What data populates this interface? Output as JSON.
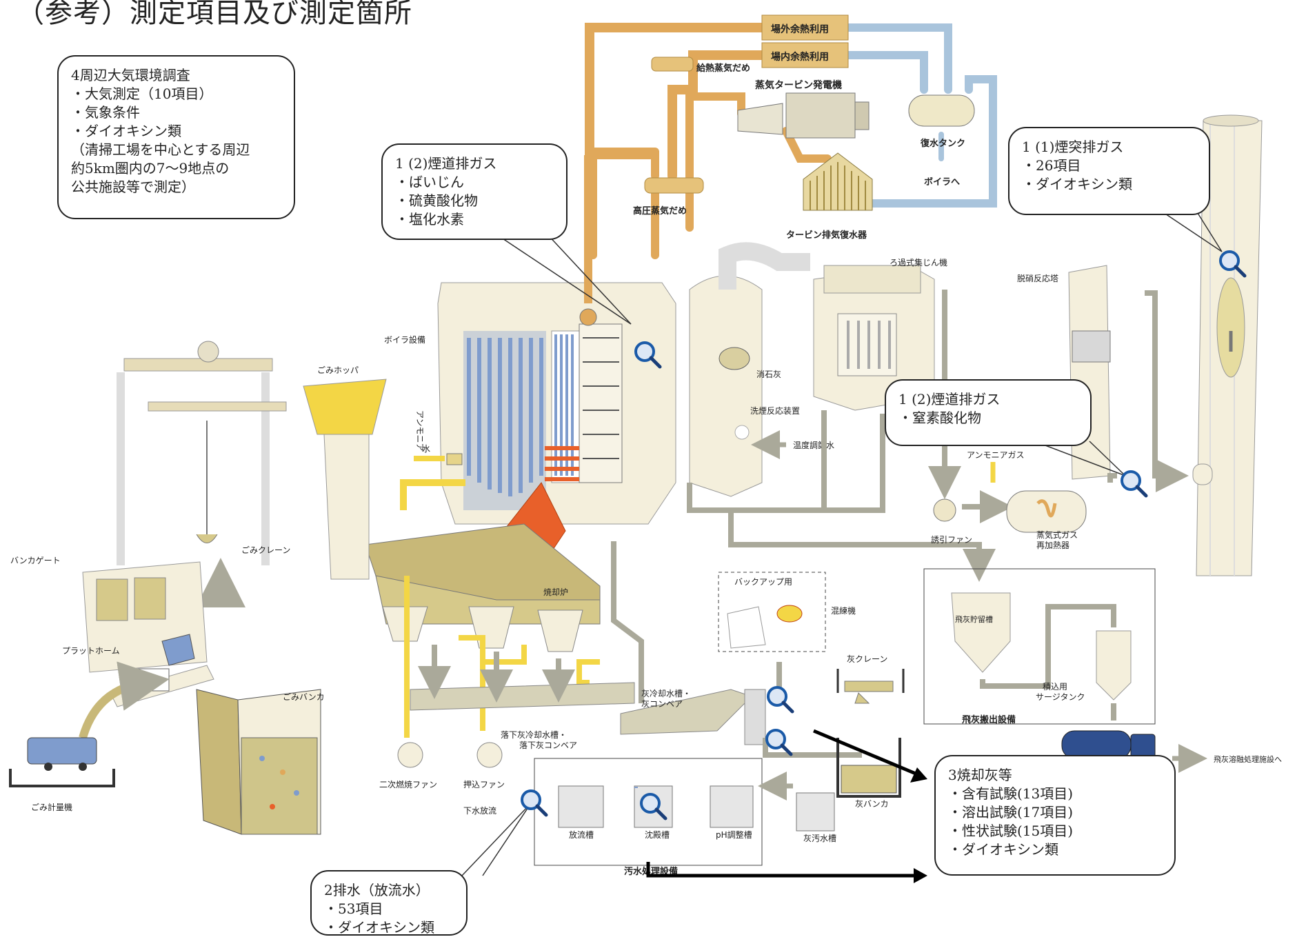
{
  "title": "（参考）測定項目及び測定箇所",
  "callouts": {
    "ambient": {
      "heading": "4周辺大気環境調査",
      "lines": [
        "・大気測定（10項目）",
        "・気象条件",
        "・ダイオキシン類",
        "（清掃工場を中心とする周辺",
        "約5km圏内の7〜9地点の",
        "公共施設等で測定）"
      ]
    },
    "flue_duct_1": {
      "heading": "1 (2)煙道排ガス",
      "lines": [
        "・ばいじん",
        "・硫黄酸化物",
        "・塩化水素"
      ]
    },
    "stack": {
      "heading": "1 (1)煙突排ガス",
      "lines": [
        "・26項目",
        "・ダイオキシン類"
      ]
    },
    "flue_duct_2": {
      "heading": "1 (2)煙道排ガス",
      "lines": [
        "・窒素酸化物"
      ]
    },
    "ash": {
      "heading": "3焼却灰等",
      "lines": [
        "・含有試験(13項目)",
        "・溶出試験(17項目)",
        "・性状試験(15項目)",
        "・ダイオキシン類"
      ]
    },
    "wastewater": {
      "heading": "2排水（放流水）",
      "lines": [
        "・53項目",
        "・ダイオキシン類"
      ]
    }
  },
  "labels": {
    "offsite_heat": "場外余熱利用",
    "onsite_heat": "場内余熱利用",
    "feedwater_header": "給熱蒸気だめ",
    "turbine": "蒸気タービン発電機",
    "condensate_tank": "復水タンク",
    "to_boiler": "ボイラへ",
    "hp_header": "高圧蒸気だめ",
    "turbine_condenser": "タービン排気復水器",
    "bag_filter": "ろ過式集じん機",
    "denox": "脱硝反応塔",
    "boiler": "ボイラ設備",
    "slaked_lime": "消石灰",
    "scrubber": "洗煙反応装置",
    "temp_water": "温度調節水",
    "ammonia_water_1": "アンモニア",
    "ammonia_water_2": "水",
    "ammonia_gas": "アンモニアガス",
    "id_fan": "誘引ファン",
    "reheater_1": "蒸気式ガス",
    "reheater_2": "再加熱器",
    "hopper": "ごみホッパ",
    "crane": "ごみクレーン",
    "bunker_gate": "バンカゲート",
    "platform": "プラットホーム",
    "pit": "ごみバンカ",
    "weighbridge": "ごみ計量機",
    "incinerator": "焼却炉",
    "backup": "バックアップ用",
    "mixer": "混練機",
    "fly_ash_silo": "飛灰貯留槽",
    "surge_tank_1": "積込用",
    "surge_tank_2": "サージタンク",
    "fly_ash_equipment": "飛灰搬出設備",
    "to_melting": "飛灰溶融処理施設へ",
    "ash_cooler_1": "灰冷却水槽・",
    "ash_cooler_2": "灰コンベア",
    "ash_crane": "灰クレーン",
    "siftings_1": "落下灰冷却水槽・",
    "siftings_2": "落下灰コンベア",
    "secondary_fan": "二次燃焼ファン",
    "forced_fan": "押込ファン",
    "sewer_discharge": "下水放流",
    "effluent_tank": "放流槽",
    "settling_tank": "沈殿槽",
    "ph_tank": "pH調整槽",
    "ash_water_tank": "灰汚水槽",
    "ash_bunker": "灰バンカ",
    "wastewater_equipment": "汚水処理設備"
  },
  "colors": {
    "steam": "#e0a85a",
    "water_return": "#a9c4dc",
    "gas_flow": "#aaa99a",
    "air": "#f3d645",
    "boiler_tube": "#7f9ccd",
    "fire": "#e8602a",
    "equipment_tan": "#c8b878",
    "equipment_light": "#f4efdc"
  },
  "icons": [
    "magnifier-icon"
  ]
}
